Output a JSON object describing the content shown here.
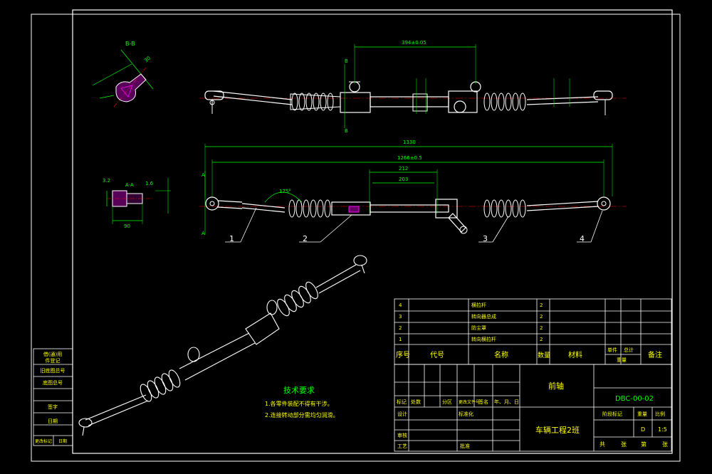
{
  "colors": {
    "background": "#000000",
    "outline": "#ffffff",
    "dimension": "#00ff00",
    "centerline": "#ff0000",
    "annotation": "#ffff00",
    "magenta": "#ff00ff",
    "cyan": "#00ffff"
  },
  "section_labels": {
    "bb": "B-B",
    "aa": "A-A",
    "b_top": "B",
    "b_bottom": "B",
    "a_top": "A",
    "a_bottom": "A"
  },
  "dimensions": {
    "top_span": "394±0.05",
    "overall": "1330",
    "inner": "1266±0.5",
    "d212": "212",
    "d203": "203",
    "d90": "90",
    "angle": "175°",
    "d3_2": "3.2",
    "d1_6": "1.6",
    "d30": "30"
  },
  "part_callouts": [
    "1",
    "2",
    "3",
    "4"
  ],
  "tech_requirements": {
    "title": "技术要求",
    "items": [
      "1.各零件装配不得有干涉。",
      "2.连接转动部分需均匀润滑。"
    ]
  },
  "left_strip": [
    "借(通)用",
    "件登记",
    "旧底图总号",
    "底图总号",
    "签字",
    "日期"
  ],
  "left_strip_footer": [
    "更改标记",
    "日期"
  ],
  "bom": {
    "rows": [
      {
        "no": "4",
        "name": "横拉杆",
        "qty": "2"
      },
      {
        "no": "3",
        "name": "转向器总成",
        "qty": "2"
      },
      {
        "no": "2",
        "name": "防尘罩",
        "qty": "2"
      },
      {
        "no": "1",
        "name": "转向横拉杆",
        "qty": "2"
      }
    ],
    "header": {
      "no": "序号",
      "code": "代号",
      "name": "名称",
      "qty": "数量",
      "material": "材料",
      "unit": "单件",
      "total": "总计",
      "weight": "重量",
      "remark": "备注"
    }
  },
  "title_block": {
    "part_name": "前轴",
    "drawing_no": "DBC-00-02",
    "organization": "车辆工程2班",
    "stage_label": "阶段标记",
    "weight_label": "重量",
    "scale_label": "比例",
    "stage_value": "D",
    "scale_value": "1:5",
    "sheet_total": "共",
    "sheet_unit": "张",
    "sheet_no": "第",
    "sheet_unit2": "张",
    "rev_headers": [
      "标记",
      "处数",
      "分区",
      "更改文件号",
      "签名",
      "年、月、日"
    ],
    "roles": [
      "设计",
      "审核",
      "工艺"
    ],
    "std_label": "标准化",
    "approve_label": "批准"
  }
}
